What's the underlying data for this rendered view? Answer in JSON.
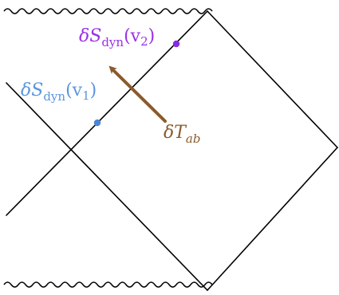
{
  "labels": {
    "entropy_v2": {
      "symbol": "δS",
      "subscript": "dyn",
      "argument_open": "(v",
      "argument_index": "2",
      "argument_close": ")"
    },
    "entropy_v1": {
      "symbol": "δS",
      "subscript": "dyn",
      "argument_open": "(v",
      "argument_index": "1",
      "argument_close": ")"
    },
    "stress_tensor": {
      "symbol": "δT",
      "subscript": "ab"
    }
  },
  "colors": {
    "line": "#000000",
    "v2_point": "#8a2be2",
    "v2_label": "#9b30e8",
    "v1_point": "#4a86d8",
    "v1_label": "#5a96e0",
    "arrow": "#8b5a2b",
    "stress_label": "#8b5a2b"
  }
}
